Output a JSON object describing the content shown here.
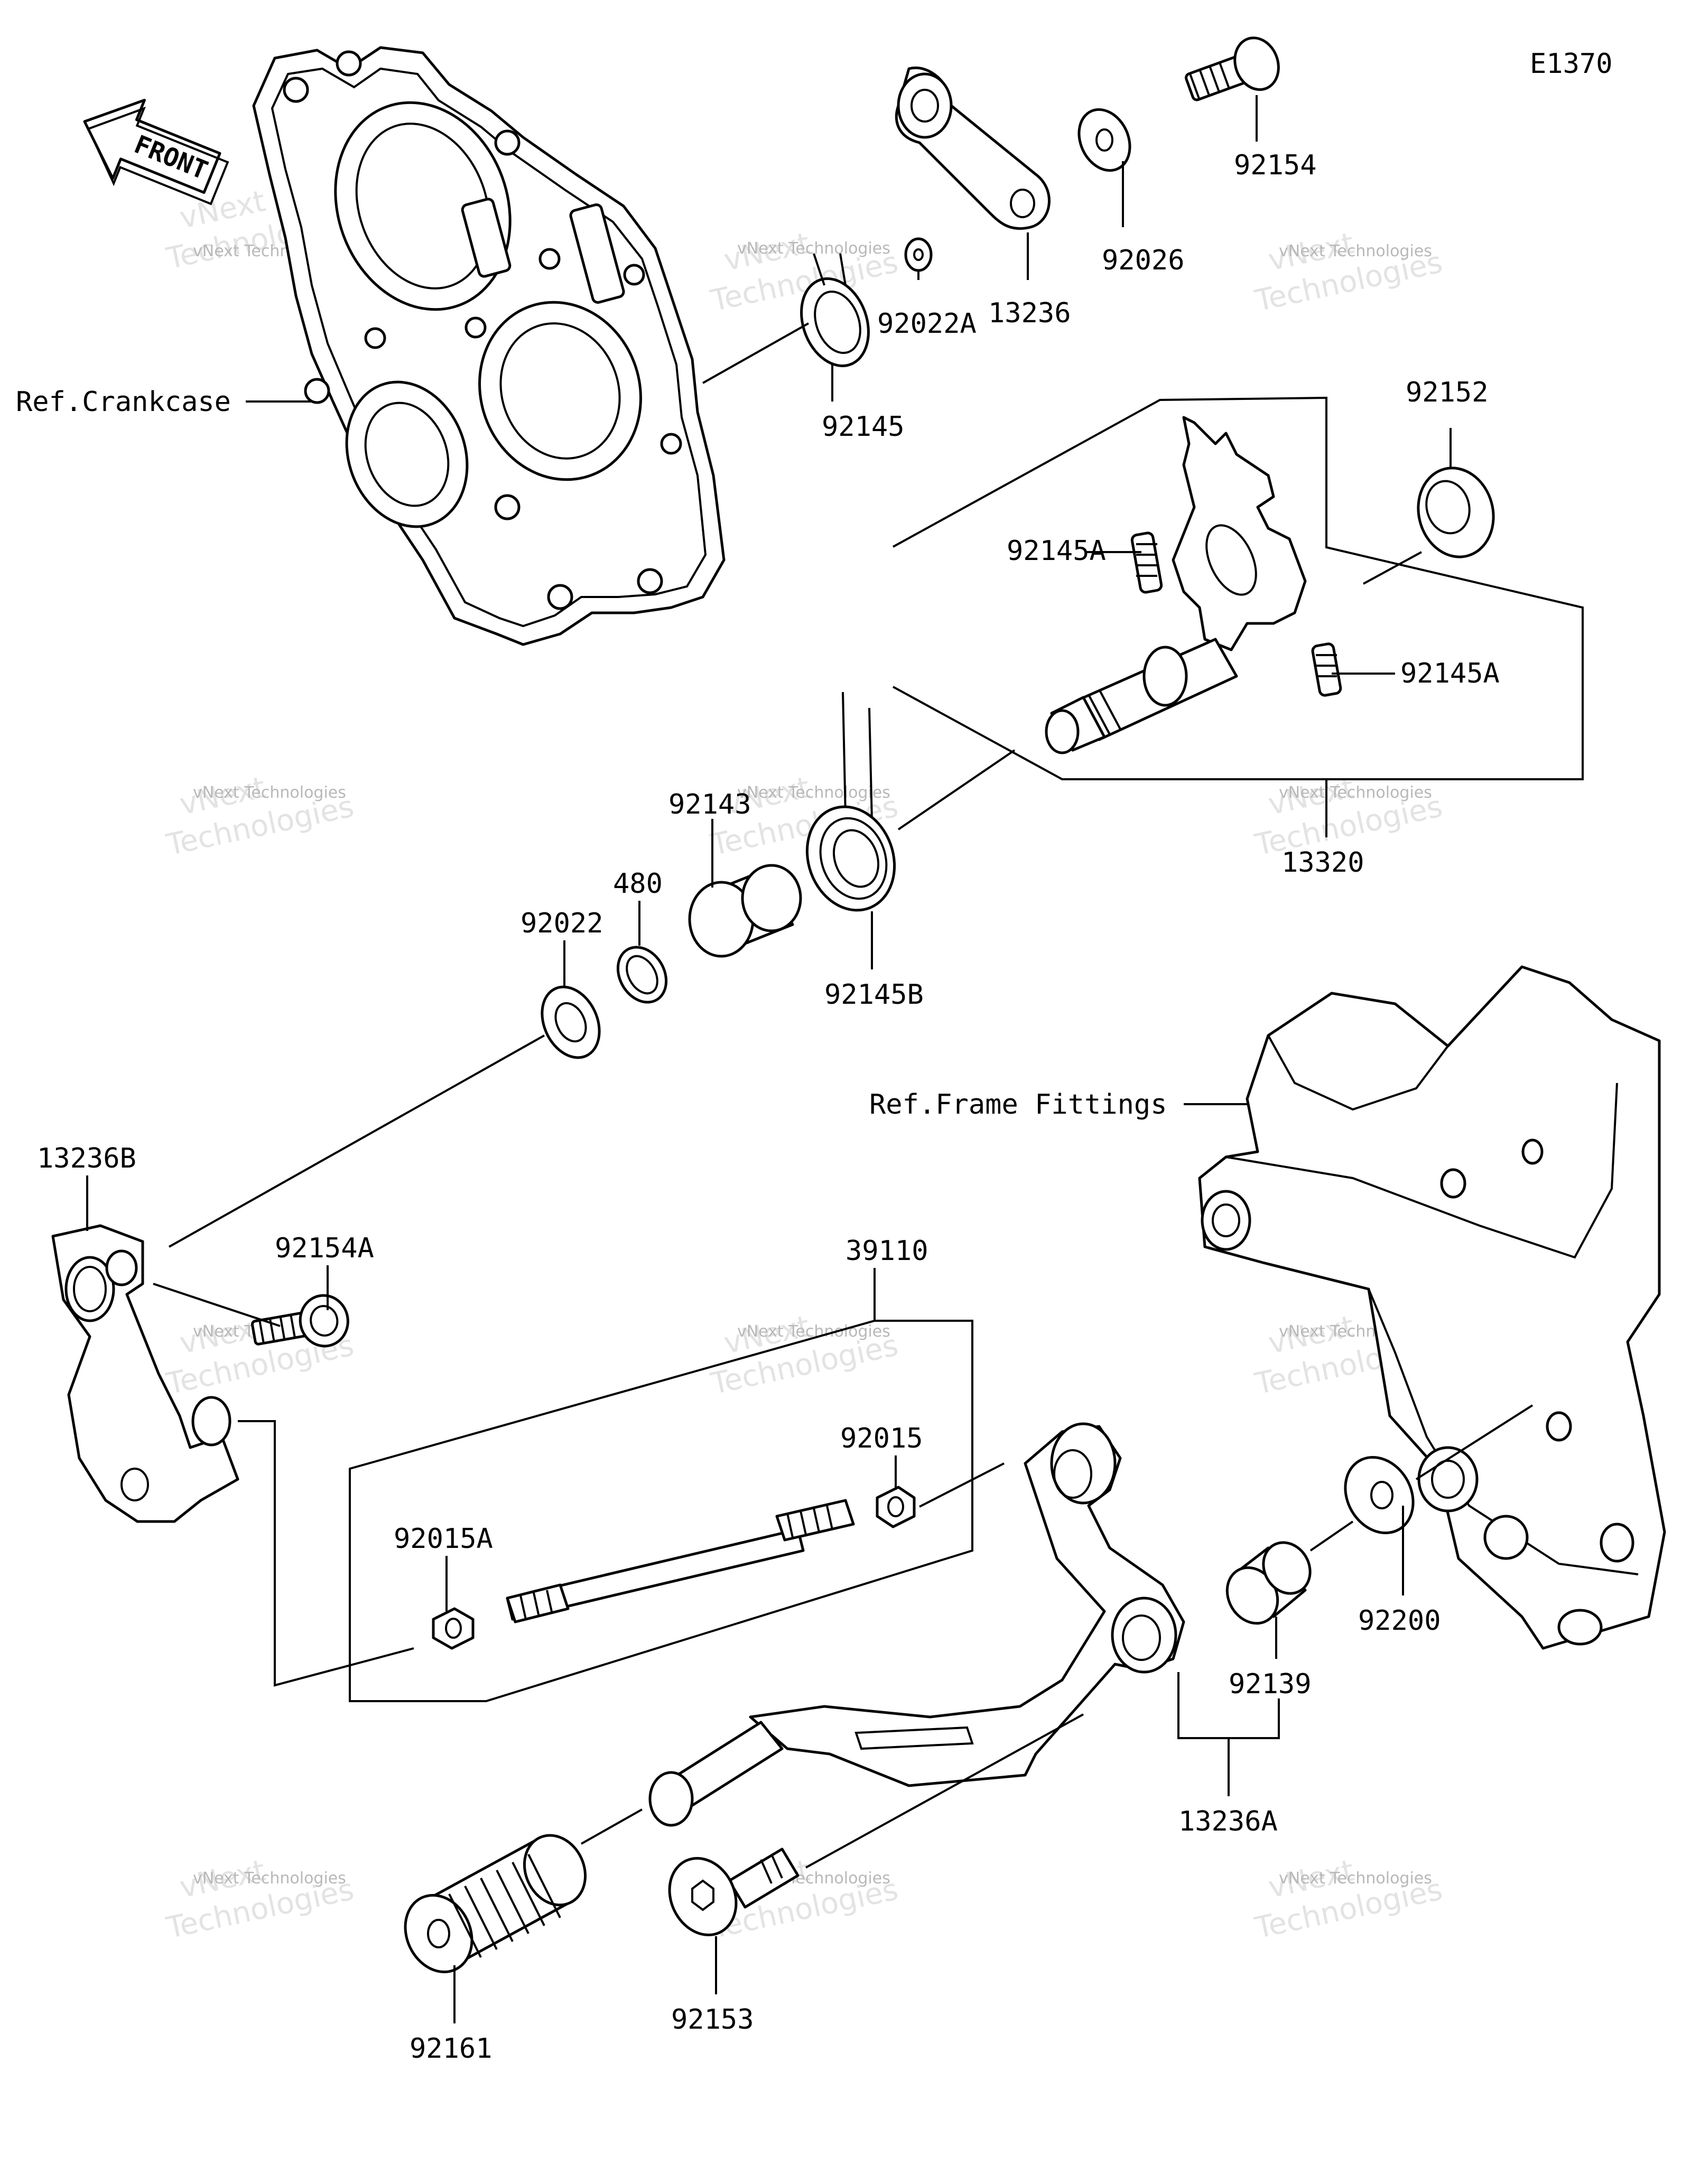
{
  "diagram_code": "E1370",
  "front_label": "FRONT",
  "watermark": {
    "line1": "vNext Technologies",
    "line2": "vNext",
    "line3": "Technologies"
  },
  "labels": {
    "ref_crankcase": "Ref.Crankcase",
    "ref_frame_fittings": "Ref.Frame Fittings",
    "p92154": "92154",
    "p92026": "92026",
    "p13236": "13236",
    "p92022A": "92022A",
    "p92145": "92145",
    "p92152": "92152",
    "p92145A_1": "92145A",
    "p92145A_2": "92145A",
    "p13320": "13320",
    "p92143": "92143",
    "p480": "480",
    "p92022": "92022",
    "p92145B": "92145B",
    "p13236B": "13236B",
    "p92154A": "92154A",
    "p39110": "39110",
    "p92015": "92015",
    "p92015A": "92015A",
    "p92200": "92200",
    "p92139": "92139",
    "p13236A": "13236A",
    "p92161": "92161",
    "p92153": "92153"
  }
}
